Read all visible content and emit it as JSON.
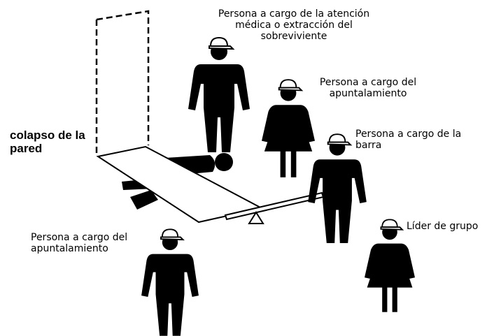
{
  "labels": {
    "medical": [
      "Persona a cargo de la atención",
      "médica o extracción del",
      "sobreviviente"
    ],
    "shoring_top": [
      "Persona a cargo del",
      "apuntalamiento"
    ],
    "bar": [
      "Persona a cargo de la",
      "barra"
    ],
    "wall": [
      "colapso de la",
      "pared"
    ],
    "shoring_bottom": [
      "Persona a cargo del",
      "apuntalamiento"
    ],
    "leader": [
      "Líder de grupo"
    ]
  },
  "colors": {
    "figure": "#000000",
    "background": "#ffffff"
  },
  "icons": [
    "person-male-icon",
    "person-female-icon",
    "hard-hat-icon",
    "fulcrum-icon",
    "lever-bar-icon"
  ]
}
